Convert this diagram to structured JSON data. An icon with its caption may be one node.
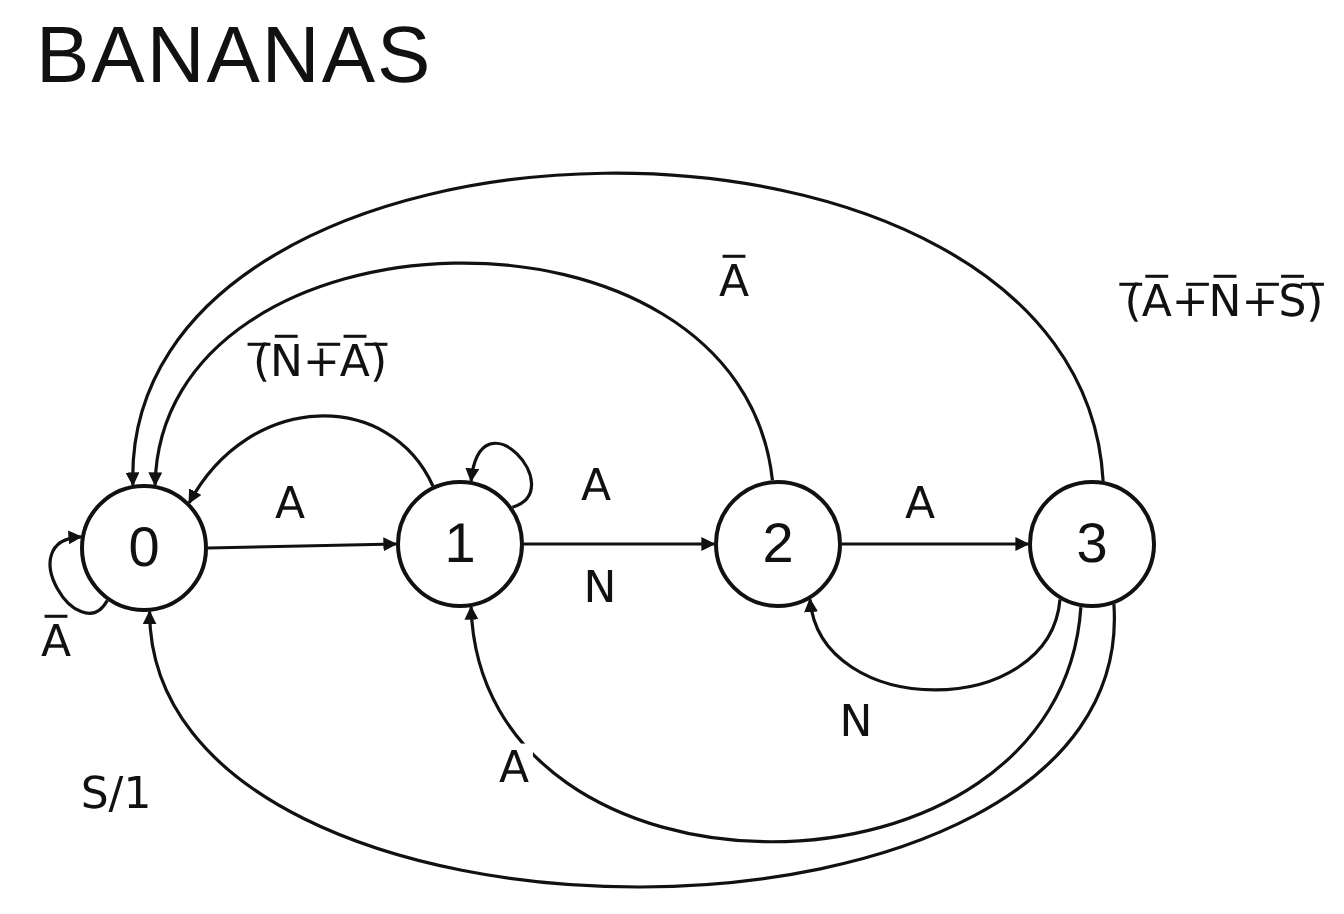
{
  "diagram": {
    "title": "BANANAS",
    "nodes": [
      {
        "text": [
          "0"
        ]
      },
      {
        "text": [
          "1"
        ]
      },
      {
        "text": [
          "2"
        ]
      },
      {
        "text": [
          "3"
        ]
      }
    ],
    "edges": [
      {
        "from": 0,
        "to": 0,
        "arrow": "to",
        "label": "A̅"
      },
      {
        "from": 0,
        "to": 1,
        "arrow": "to",
        "label": "A"
      },
      {
        "from": 1,
        "to": 1,
        "arrow": "to",
        "label": "A"
      },
      {
        "from": 1,
        "to": 0,
        "arrow": "to",
        "label": "(̅N̅+̅A̅)̅"
      },
      {
        "from": 1,
        "to": 2,
        "arrow": "to",
        "label": "N"
      },
      {
        "from": 2,
        "to": 0,
        "arrow": "to",
        "label": "A̅"
      },
      {
        "from": 2,
        "to": 3,
        "arrow": "to",
        "label": "A"
      },
      {
        "from": 3,
        "to": 2,
        "arrow": "to",
        "label": "N"
      },
      {
        "from": 3,
        "to": 1,
        "arrow": "to",
        "label": "A"
      },
      {
        "from": 3,
        "to": 0,
        "arrow": "to",
        "label": "(̅A̅+̅N̅+̅S̅)̅"
      },
      {
        "from": 3,
        "to": 0,
        "arrow": "to",
        "label": "S/1"
      }
    ]
  }
}
